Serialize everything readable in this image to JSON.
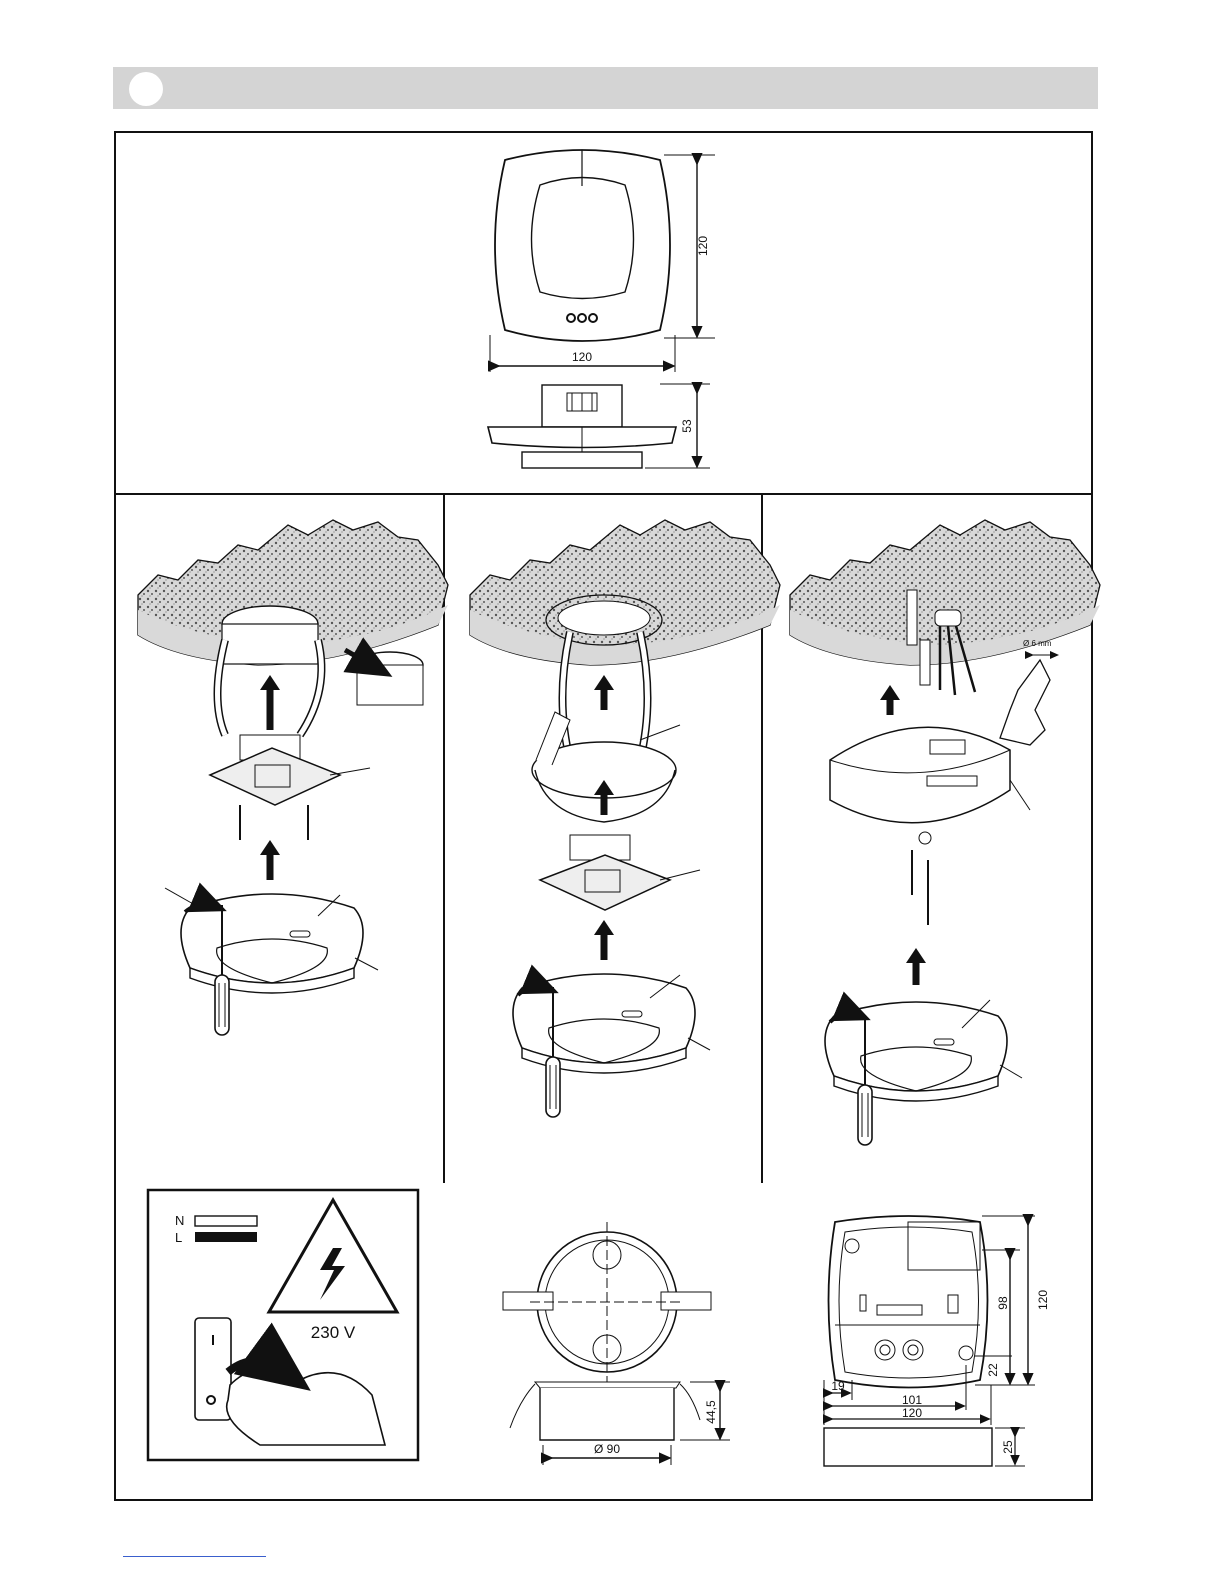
{
  "dimensions": {
    "front_height": "120",
    "front_width": "120",
    "side_height": "53",
    "box_depth": "44,5",
    "box_diameter": "Ø 90",
    "base_height_98": "98",
    "base_height_120": "120",
    "base_offset_22": "22",
    "base_offset_19": "19",
    "base_width_101": "101",
    "base_width_120": "120",
    "base_thickness_25": "25"
  },
  "drill": {
    "label": "Ø 6 mm"
  },
  "warning": {
    "neutral": "N",
    "live": "L",
    "voltage": "230 V"
  }
}
